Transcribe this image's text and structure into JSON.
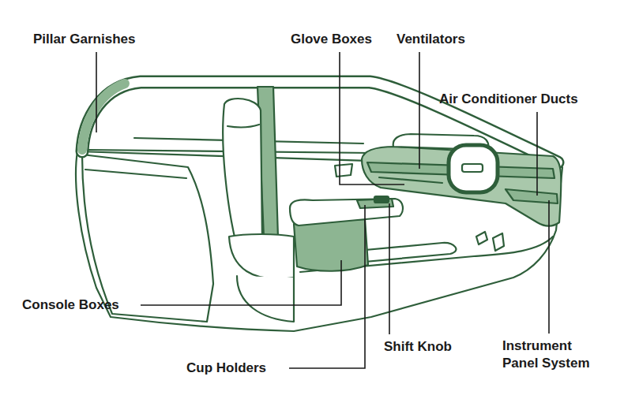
{
  "diagram": {
    "labels": [
      "Pillar Garnishes",
      "Glove Boxes",
      "Ventilators",
      "Air Conditioner Ducts",
      "Console Boxes",
      "Cup Holders",
      "Shift Knob",
      "Instrument Panel System"
    ]
  }
}
